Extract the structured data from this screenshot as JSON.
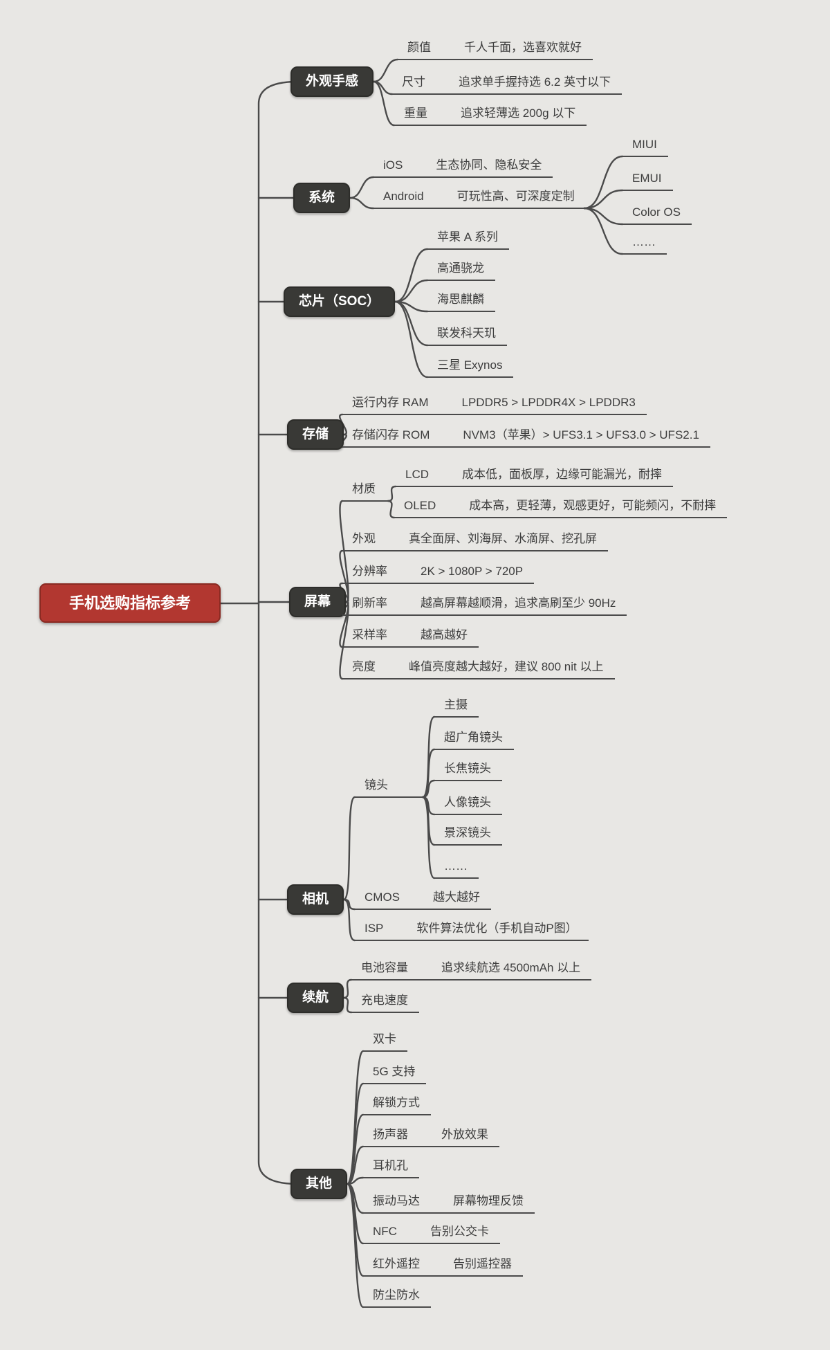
{
  "title": "手机选购指标参考",
  "colors": {
    "background": "#e8e7e4",
    "line": "#4a4a4a",
    "text": "#3d3d3d",
    "node_bg": "#393936",
    "node_border": "#2d2d2a",
    "node_text": "#ffffff",
    "root_bg": "#b23730",
    "root_border": "#8a2a22"
  },
  "root": {
    "label": "手机选购指标参考"
  },
  "branches": [
    {
      "label": "外观手感",
      "children": [
        {
          "label": "颜值",
          "desc": "千人千面，选喜欢就好"
        },
        {
          "label": "尺寸",
          "desc": "追求单手握持选 6.2 英寸以下"
        },
        {
          "label": "重量",
          "desc": "追求轻薄选 200g 以下"
        }
      ]
    },
    {
      "label": "系统",
      "children": [
        {
          "label": "iOS",
          "desc": "生态协同、隐私安全"
        },
        {
          "label": "Android",
          "desc": "可玩性高、可深度定制",
          "children": [
            {
              "label": "MIUI"
            },
            {
              "label": "EMUI"
            },
            {
              "label": "Color OS"
            },
            {
              "label": "……"
            }
          ]
        }
      ]
    },
    {
      "label": "芯片（SOC）",
      "children": [
        {
          "label": "苹果 A 系列"
        },
        {
          "label": "高通骁龙"
        },
        {
          "label": "海思麒麟"
        },
        {
          "label": "联发科天玑"
        },
        {
          "label": "三星 Exynos"
        }
      ]
    },
    {
      "label": "存储",
      "children": [
        {
          "label": "运行内存 RAM",
          "desc": "LPDDR5 > LPDDR4X > LPDDR3"
        },
        {
          "label": "存储闪存 ROM",
          "desc": "NVM3（苹果）> UFS3.1 > UFS3.0 > UFS2.1"
        }
      ]
    },
    {
      "label": "屏幕",
      "children": [
        {
          "label": "材质",
          "children": [
            {
              "label": "LCD",
              "desc": "成本低，面板厚，边缘可能漏光，耐摔"
            },
            {
              "label": "OLED",
              "desc": "成本高，更轻薄，观感更好，可能频闪，不耐摔"
            }
          ]
        },
        {
          "label": "外观",
          "desc": "真全面屏、刘海屏、水滴屏、挖孔屏"
        },
        {
          "label": "分辨率",
          "desc": "2K > 1080P > 720P"
        },
        {
          "label": "刷新率",
          "desc": "越高屏幕越顺滑，追求高刷至少 90Hz"
        },
        {
          "label": "采样率",
          "desc": "越高越好"
        },
        {
          "label": "亮度",
          "desc": "峰值亮度越大越好，建议 800 nit 以上"
        }
      ]
    },
    {
      "label": "相机",
      "children": [
        {
          "label": "镜头",
          "children": [
            {
              "label": "主摄"
            },
            {
              "label": "超广角镜头"
            },
            {
              "label": "长焦镜头"
            },
            {
              "label": "人像镜头"
            },
            {
              "label": "景深镜头"
            },
            {
              "label": "……"
            }
          ]
        },
        {
          "label": "CMOS",
          "desc": "越大越好"
        },
        {
          "label": "ISP",
          "desc": "软件算法优化（手机自动P图）"
        }
      ]
    },
    {
      "label": "续航",
      "children": [
        {
          "label": "电池容量",
          "desc": "追求续航选 4500mAh 以上"
        },
        {
          "label": "充电速度"
        }
      ]
    },
    {
      "label": "其他",
      "children": [
        {
          "label": "双卡"
        },
        {
          "label": "5G 支持"
        },
        {
          "label": "解锁方式"
        },
        {
          "label": "扬声器",
          "desc": "外放效果"
        },
        {
          "label": "耳机孔"
        },
        {
          "label": "振动马达",
          "desc": "屏幕物理反馈"
        },
        {
          "label": "NFC",
          "desc": "告别公交卡"
        },
        {
          "label": "红外遥控",
          "desc": "告别遥控器"
        },
        {
          "label": "防尘防水"
        }
      ]
    }
  ]
}
